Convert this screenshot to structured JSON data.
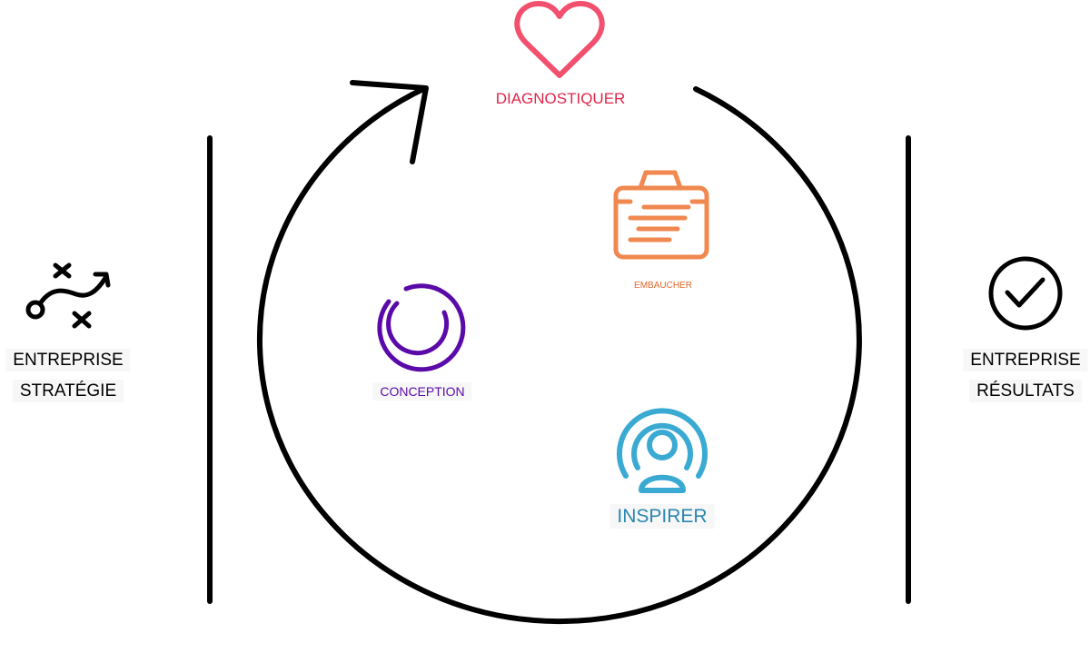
{
  "colors": {
    "black": "#000000",
    "diagnose": "#f2506e",
    "hire": "#f0884f",
    "design": "#5a0aa8",
    "inspire": "#3aaad3",
    "diagnose_text": "#e0254a",
    "hire_text": "#e0672a",
    "design_text": "#5a0aa8",
    "inspire_text": "#2a87b0",
    "label_bg": "#f7f7f7"
  },
  "cycle": {
    "steps": [
      {
        "id": "diagnose",
        "label": "DIAGNOSTIQUER",
        "icon": "heart-icon"
      },
      {
        "id": "hire",
        "label": "EMBAUCHER",
        "icon": "briefcase-icon"
      },
      {
        "id": "inspire",
        "label": "INSPIRER",
        "icon": "broadcast-person-icon"
      },
      {
        "id": "design",
        "label": "CONCEPTION",
        "icon": "circle-ring-icon"
      }
    ]
  },
  "left": {
    "line1": "ENTREPRISE",
    "line2": "STRATÉGIE",
    "icon": "strategy-path-icon"
  },
  "right": {
    "line1": "ENTREPRISE",
    "line2": "RÉSULTATS",
    "icon": "checkmark-circle-icon"
  }
}
